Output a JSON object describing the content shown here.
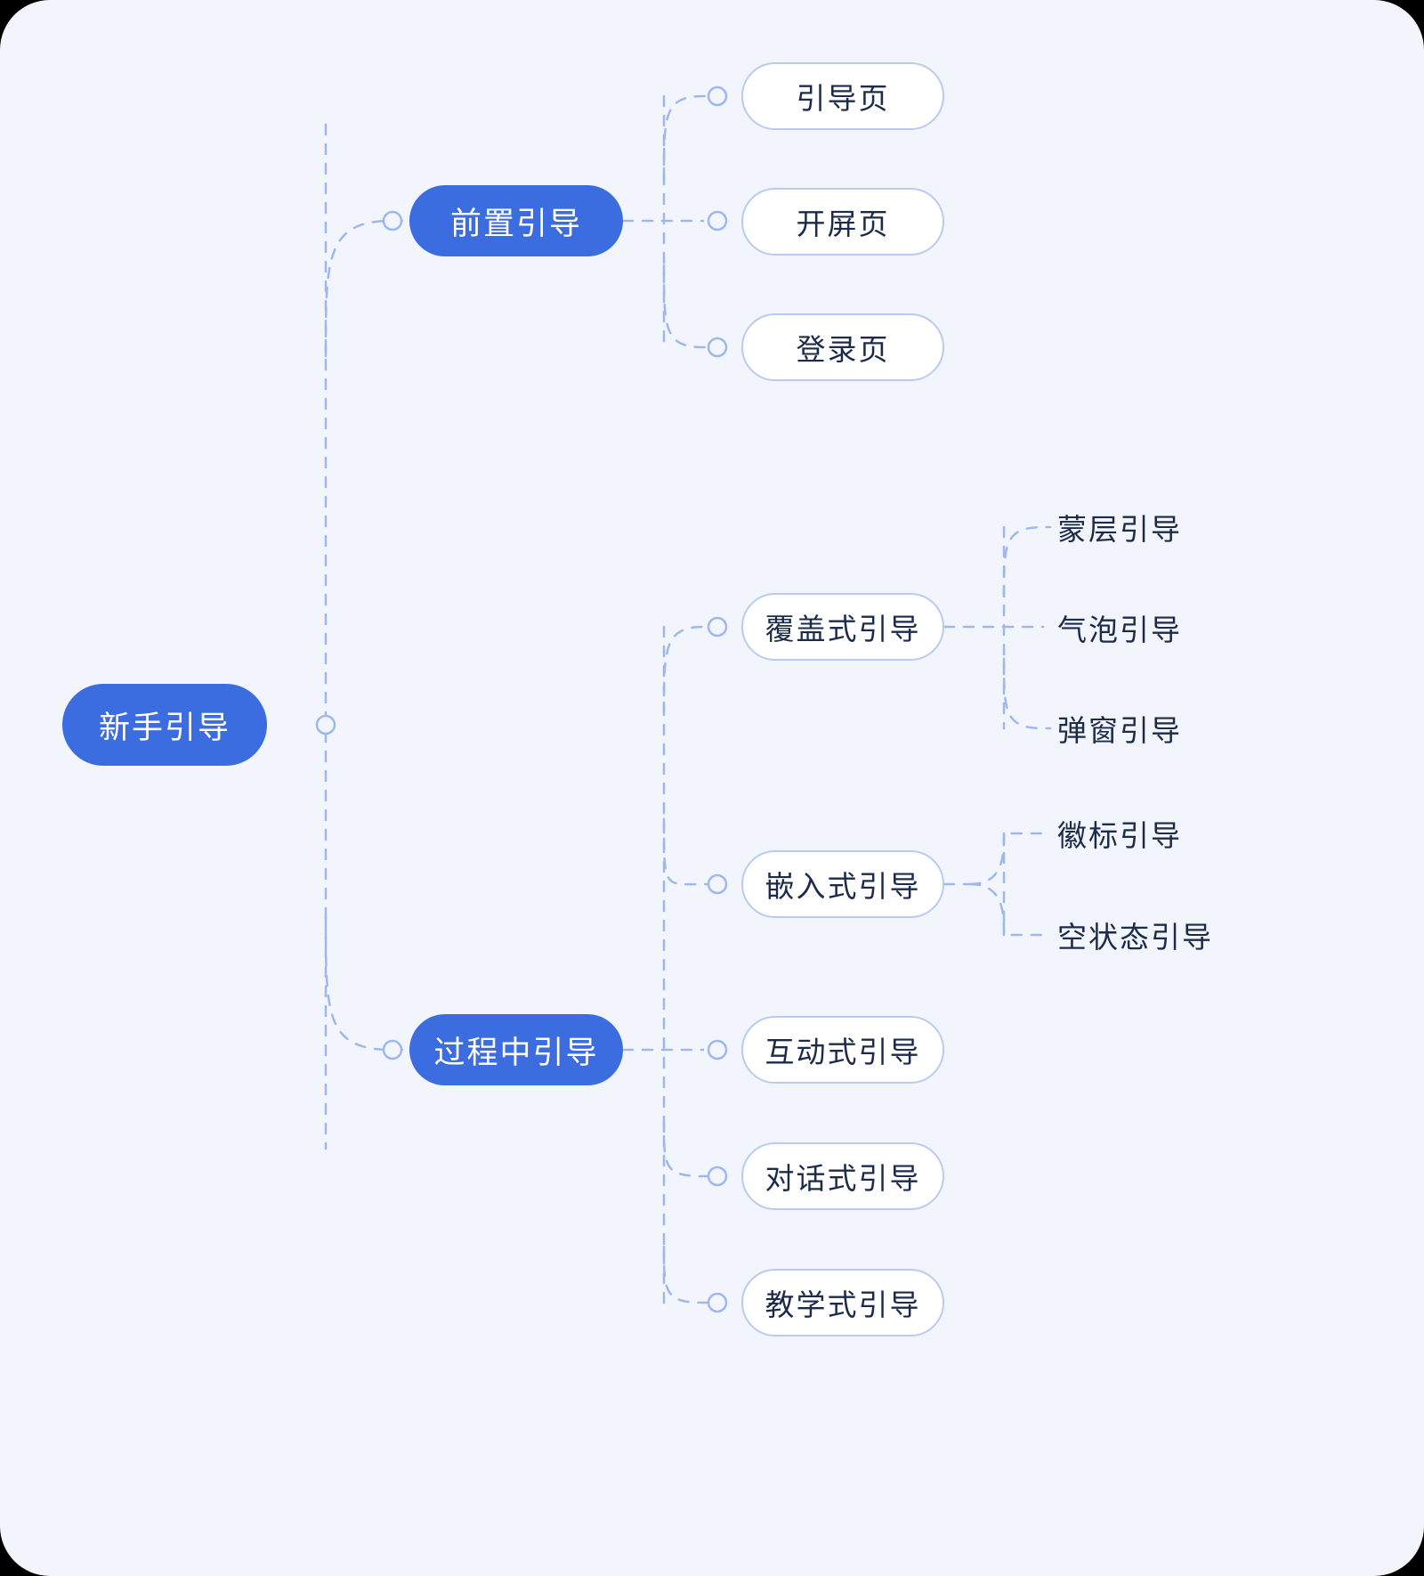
{
  "diagram": {
    "title": "新手引导",
    "type": "mindmap",
    "background_color": "#f2f5fc",
    "accent_color": "#3b6ce0",
    "line_color": "#9fb8ec",
    "leaf_border_color": "#b9cbf2",
    "text_color": "#1c2b4a"
  },
  "root": {
    "label": "新手引导"
  },
  "branches": [
    {
      "label": "前置引导",
      "children": [
        {
          "label": "引导页",
          "style": "pill"
        },
        {
          "label": "开屏页",
          "style": "pill"
        },
        {
          "label": "登录页",
          "style": "pill"
        }
      ]
    },
    {
      "label": "过程中引导",
      "children": [
        {
          "label": "覆盖式引导",
          "style": "pill",
          "children": [
            {
              "label": "蒙层引导",
              "style": "text"
            },
            {
              "label": "气泡引导",
              "style": "text"
            },
            {
              "label": "弹窗引导",
              "style": "text"
            }
          ]
        },
        {
          "label": "嵌入式引导",
          "style": "pill",
          "children": [
            {
              "label": "徽标引导",
              "style": "text"
            },
            {
              "label": "空状态引导",
              "style": "text"
            }
          ]
        },
        {
          "label": "互动式引导",
          "style": "pill"
        },
        {
          "label": "对话式引导",
          "style": "pill"
        },
        {
          "label": "教学式引导",
          "style": "pill"
        }
      ]
    }
  ],
  "nodes": {
    "root": "新手引导",
    "b1": "前置引导",
    "b2": "过程中引导",
    "l1": "引导页",
    "l2": "开屏页",
    "l3": "登录页",
    "l4": "覆盖式引导",
    "l5": "嵌入式引导",
    "l6": "互动式引导",
    "l7": "对话式引导",
    "l8": "教学式引导",
    "t1": "蒙层引导",
    "t2": "气泡引导",
    "t3": "弹窗引导",
    "t4": "徽标引导",
    "t5": "空状态引导"
  }
}
